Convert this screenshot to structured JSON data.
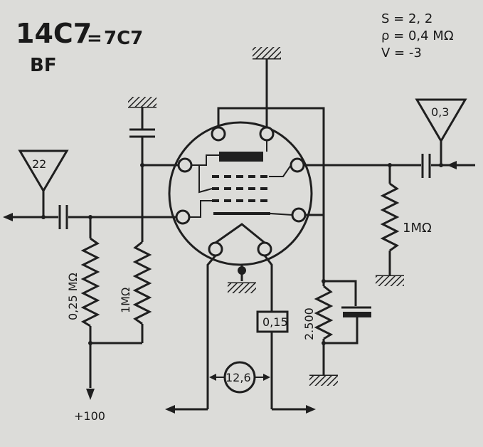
{
  "tube": {
    "model": "14C7",
    "equiv_prefix": "=",
    "equiv": "7C7",
    "type": "BF"
  },
  "params": {
    "s": "S = 2, 2",
    "p": "ρ = 0,4 MΩ",
    "v": "V = -3"
  },
  "labels": {
    "input_level": "22",
    "output_level": "0,3",
    "grid_resistor": "1MΩ",
    "plate_load": "0,25 MΩ",
    "screen_resistor": "1MΩ",
    "cathode_resistor": "2.500",
    "heater_current": "0,15",
    "heater_voltage": "12,6",
    "supply": "+100"
  }
}
